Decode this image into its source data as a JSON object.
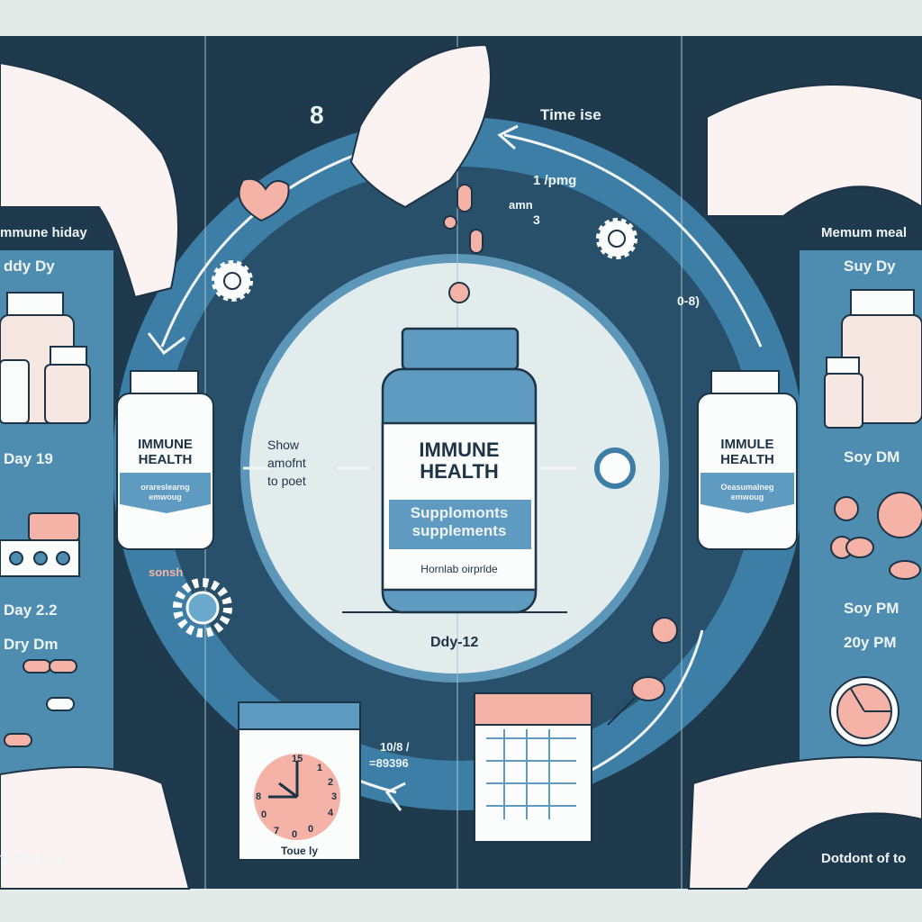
{
  "colors": {
    "navy": "#1f3a4c",
    "blue": "#4f8db0",
    "ring": "#3d7ea6",
    "light": "#e3ecec",
    "pink": "#f4b3a6",
    "white": "#fbfcfc"
  },
  "left_panel": {
    "header": "mmune hiday",
    "labels": [
      "ddy Dy",
      "Day 19",
      "Day 2.2",
      "Dry Dm"
    ],
    "footer": "to the tayy"
  },
  "right_panel": {
    "header": "Memum meal",
    "labels": [
      "Suy Dy",
      "Soy DM",
      "Soy PM",
      "20y PM"
    ],
    "footer": "Dotdont of to"
  },
  "cycle": {
    "step_number": "8",
    "time_label": "Time ise",
    "dose_line1": "1 /pmg",
    "dose_line2": "amn",
    "dose_line3": "3",
    "right_note": "0-8)",
    "left_note": "sonsh",
    "bottom_note1": "10/8 /",
    "bottom_note2": "=89396",
    "center_instruction": [
      "Show",
      "amofnt",
      "to poet"
    ],
    "center_day": "Ddy-12"
  },
  "main_bottle": {
    "title1": "IMMUNE",
    "title2": "HEALTH",
    "band1": "Supplomonts",
    "band2": "supplements",
    "subtext": "Hornlab oirprlde"
  },
  "side_bottles": {
    "left": {
      "title1": "IMMUNE",
      "title2": "HEALTH",
      "band1": "orareslearng",
      "band2": "emwoug"
    },
    "right": {
      "title1": "IMMULE",
      "title2": "HEALTH",
      "band1": "Oeasumalneg",
      "band2": "emwoug"
    }
  },
  "clock_calendar": {
    "caption": "Toue ly",
    "clock_numbers": [
      "15",
      "1",
      "2",
      "3",
      "4",
      "0",
      "0",
      "7",
      "0",
      "8"
    ]
  }
}
